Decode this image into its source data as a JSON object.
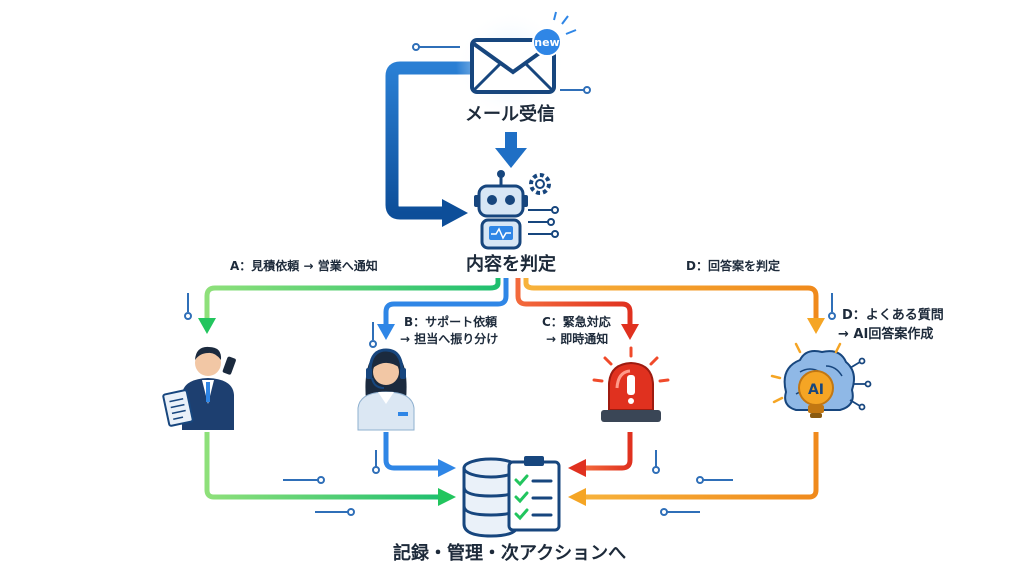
{
  "nodes": {
    "mail": {
      "label": "メール受信",
      "badge": "new",
      "icon": "envelope-icon"
    },
    "judge": {
      "label": "内容を判定",
      "icon": "robot-gear-icon"
    },
    "record": {
      "label": "記録・管理・次アクションへ",
      "icon": "database-checklist-icon"
    }
  },
  "branches": [
    {
      "id": "A",
      "lines": [
        "A：見積依頼 → 営業へ通知"
      ],
      "actor_icon": "salesperson-phone-icon",
      "color": "#22c55e"
    },
    {
      "id": "B",
      "lines": [
        "B：サポート依頼",
        "→ 担当へ振り分け"
      ],
      "actor_icon": "support-operator-headset-icon",
      "color": "#2f86e6"
    },
    {
      "id": "C",
      "lines": [
        "C：緊急対応",
        "→ 即時通知"
      ],
      "actor_icon": "alarm-siren-icon",
      "color": "#f04a2a"
    },
    {
      "id": "D",
      "lines": [
        "D：回答案を判定",
        "D：よくある質問",
        "→ AI回答案作成"
      ],
      "actor_icon": "ai-brain-bulb-icon",
      "color": "#f5a524"
    }
  ],
  "ai_icon_text": "AI",
  "colors": {
    "main_flow": "#1f6fc5",
    "text": "#1d2a3a"
  }
}
